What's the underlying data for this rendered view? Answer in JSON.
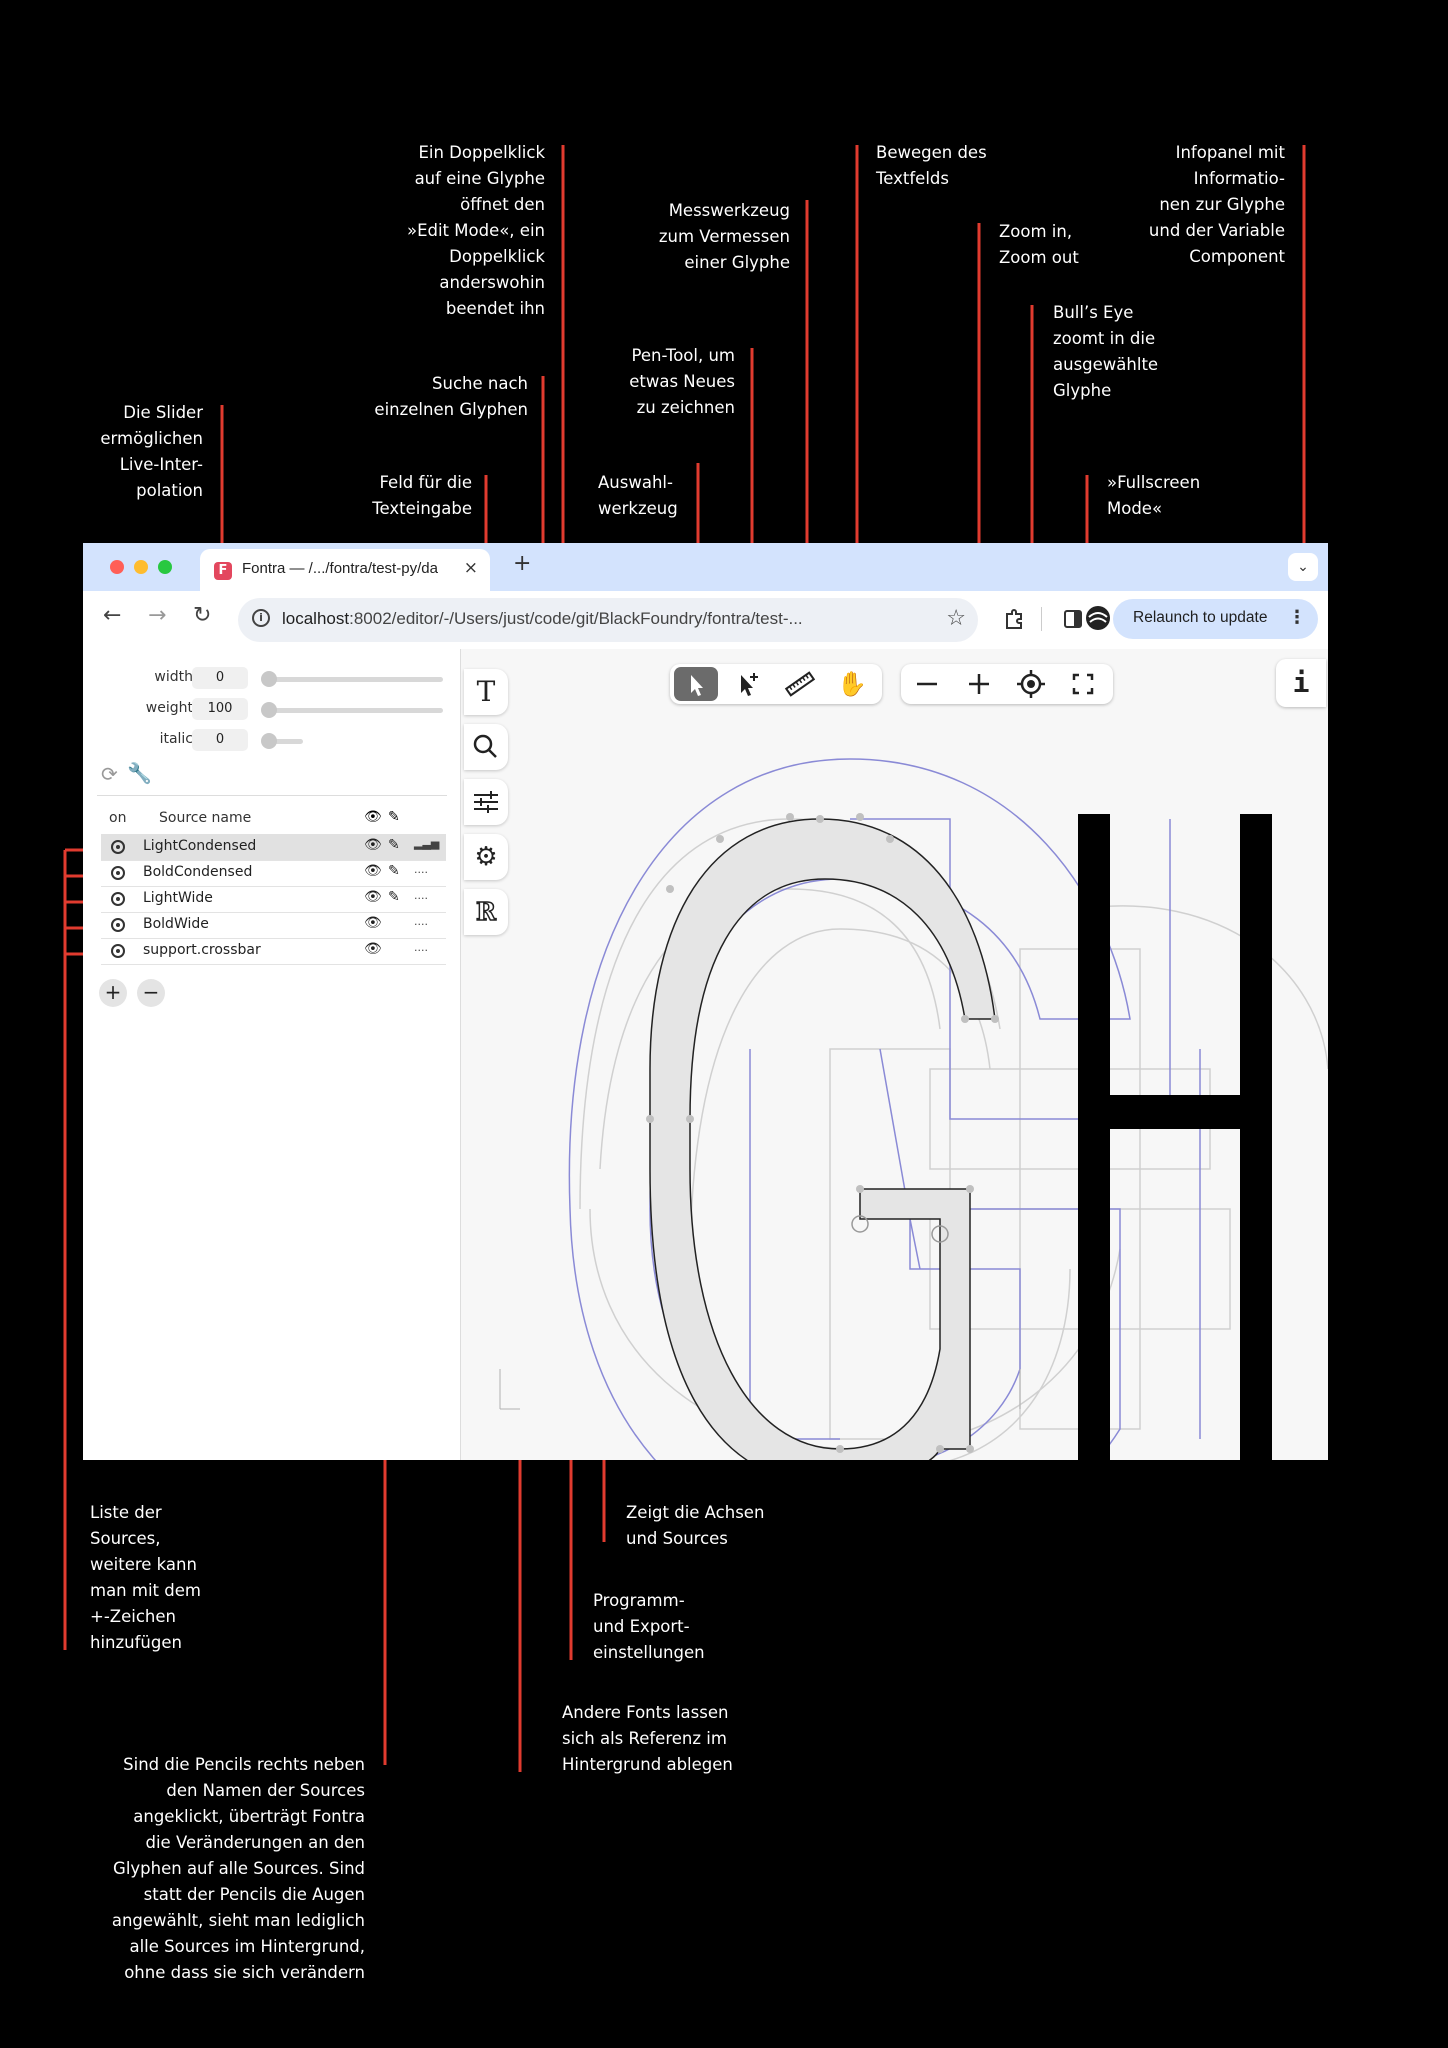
{
  "annotations": {
    "slider": [
      "Die Slider",
      "ermöglichen",
      "Live-Inter-",
      "polation"
    ],
    "doubleclick": [
      "Ein Doppelklick",
      "auf eine Glyphe",
      "öffnet den",
      "»Edit Mode«, ein",
      "Doppelklick",
      "anderswohin",
      "beendet ihn"
    ],
    "search": [
      "Suche nach",
      "einzelnen Glyphen"
    ],
    "textfield": [
      "Feld für die",
      "Texteingabe"
    ],
    "measure": [
      "Messwerkzeug",
      "zum Vermessen",
      "einer Glyphe"
    ],
    "pen": [
      "Pen-Tool, um",
      "etwas Neues",
      "zu zeichnen"
    ],
    "select": [
      "Auswahl-",
      "werkzeug"
    ],
    "hand": [
      "Bewegen des",
      "Textfelds"
    ],
    "zoom": [
      "Zoom in,",
      "Zoom out"
    ],
    "bullseye": [
      "Bull’s Eye",
      "zoomt in die",
      "ausgewählte",
      "Glyphe"
    ],
    "fullscreen": [
      "»Fullscreen",
      "Mode«"
    ],
    "infopanel": [
      "Infopanel mit",
      "Informatio-",
      "nen zur Glyphe",
      "und der Variable",
      "Component"
    ],
    "sources": [
      "Liste der",
      "Sources,",
      "weitere kann",
      "man mit dem",
      "+-Zeichen",
      "hinzufügen"
    ],
    "axes": [
      "Zeigt die Achsen",
      "und Sources"
    ],
    "settings": [
      "Programm-",
      "und Export-",
      "einstellungen"
    ],
    "reference": [
      "Andere Fonts lassen",
      "sich als Referenz im",
      "Hintergrund ablegen"
    ],
    "pencils": [
      "Sind die Pencils rechts neben",
      "den Namen der Sources",
      "angeklickt, überträgt Fontra",
      "die Veränderungen an den",
      "Glyphen auf alle Sources. Sind",
      "statt der Pencils die Augen",
      "angewählt, sieht man lediglich",
      "alle Sources im Hintergrund,",
      "ohne dass sie sich verändern"
    ]
  },
  "browser": {
    "tab_title": "Fontra — /.../fontra/test-py/da",
    "tab_close": "×",
    "new_tab": "+",
    "url_host": "localhost",
    "url_rest": ":8002/editor/-/Users/just/code/git/BlackFoundry/fontra/test-...",
    "relaunch_label": "Relaunch to update",
    "favicon_letter": "F"
  },
  "sidebar": {
    "axes": [
      {
        "label": "width",
        "value": "0",
        "position": 0
      },
      {
        "label": "weight",
        "value": "100",
        "position": 0
      },
      {
        "label": "italic",
        "value": "0",
        "position": 0
      }
    ],
    "header_on": "on",
    "header_name": "Source name",
    "sources": [
      {
        "name": "LightCondensed",
        "selected": true,
        "pencil": true
      },
      {
        "name": "BoldCondensed",
        "selected": false,
        "pencil": true
      },
      {
        "name": "LightWide",
        "selected": false,
        "pencil": true
      },
      {
        "name": "BoldWide",
        "selected": false,
        "pencil": false
      },
      {
        "name": "support.crossbar",
        "selected": false,
        "pencil": false
      }
    ],
    "add": "+",
    "remove": "−"
  },
  "info_label": "i",
  "colors": {
    "accent": "#e13b2f",
    "background": "#000000",
    "selected_tool": "#6b6b6b"
  }
}
